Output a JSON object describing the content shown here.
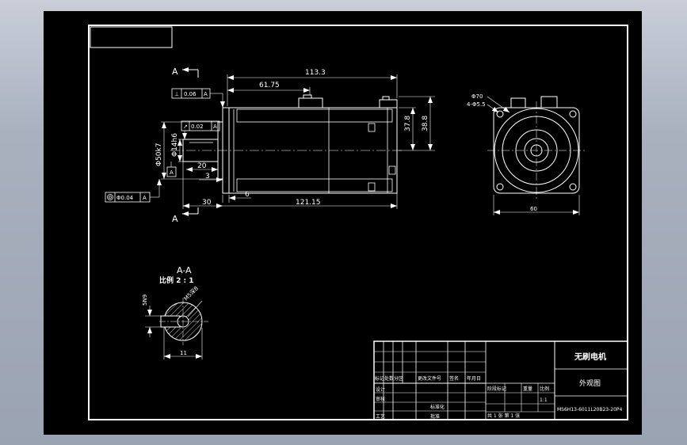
{
  "section_mark": "A",
  "tolerances": {
    "perpendicularity": "0.06",
    "runout": "0.02",
    "concentricity": "Φ0.04",
    "datum": "A"
  },
  "dimensions": {
    "total_length": "113.3",
    "body_to_connector": "61.75",
    "connector_height": "37.8",
    "total_height": "38.8",
    "pilot_diameter": "Φ50k7",
    "shaft_diameter": "Φ14h6",
    "shaft_key_length": "20",
    "flange_thickness": "3",
    "shaft_length": "30",
    "flange_offset": "6",
    "body_length": "121.15",
    "pcd_diameter": "Φ70",
    "hole_pattern": "4-Φ5.5",
    "flange_width": "60"
  },
  "section_view": {
    "title": "A-A",
    "scale": "比例 2 : 1",
    "thread": "M5深8",
    "key_width": "5N9",
    "key_depth": "11"
  },
  "title_block": {
    "name": "无刷电机",
    "view": "外观图",
    "part_number": "MS6H13-6011L20B23-20P4",
    "scale_value": "1:1",
    "sheet": "共 1 张  第 1 张",
    "header_labels": [
      "标记",
      "处数",
      "分区",
      "更改文件号",
      "签名",
      "年月日"
    ],
    "row_labels": [
      "设计",
      "审核",
      "工艺"
    ],
    "mid_labels": [
      "标准化",
      "批准"
    ],
    "stage_labels": [
      "阶段标记",
      "重量",
      "比例"
    ]
  }
}
